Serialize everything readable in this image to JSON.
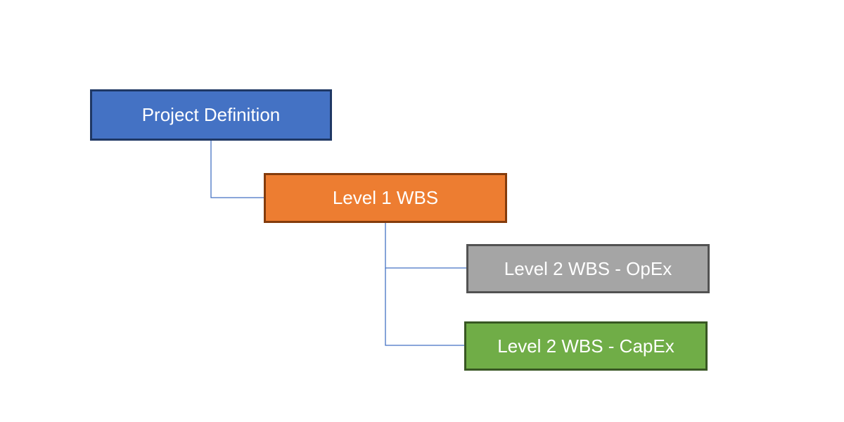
{
  "diagram": {
    "type": "hierarchy",
    "nodes": [
      {
        "id": "project",
        "label": "Project Definition",
        "fill": "#4472c4",
        "border": "#1f3864"
      },
      {
        "id": "level1",
        "label": "Level 1 WBS",
        "fill": "#ed7d31",
        "border": "#843c0c"
      },
      {
        "id": "opex",
        "label": "Level 2 WBS - OpEx",
        "fill": "#a5a5a5",
        "border": "#525252"
      },
      {
        "id": "capex",
        "label": "Level 2 WBS - CapEx",
        "fill": "#70ad47",
        "border": "#385723"
      }
    ],
    "edges": [
      {
        "from": "project",
        "to": "level1"
      },
      {
        "from": "level1",
        "to": "opex"
      },
      {
        "from": "level1",
        "to": "capex"
      }
    ],
    "connector_color": "#4472c4"
  }
}
